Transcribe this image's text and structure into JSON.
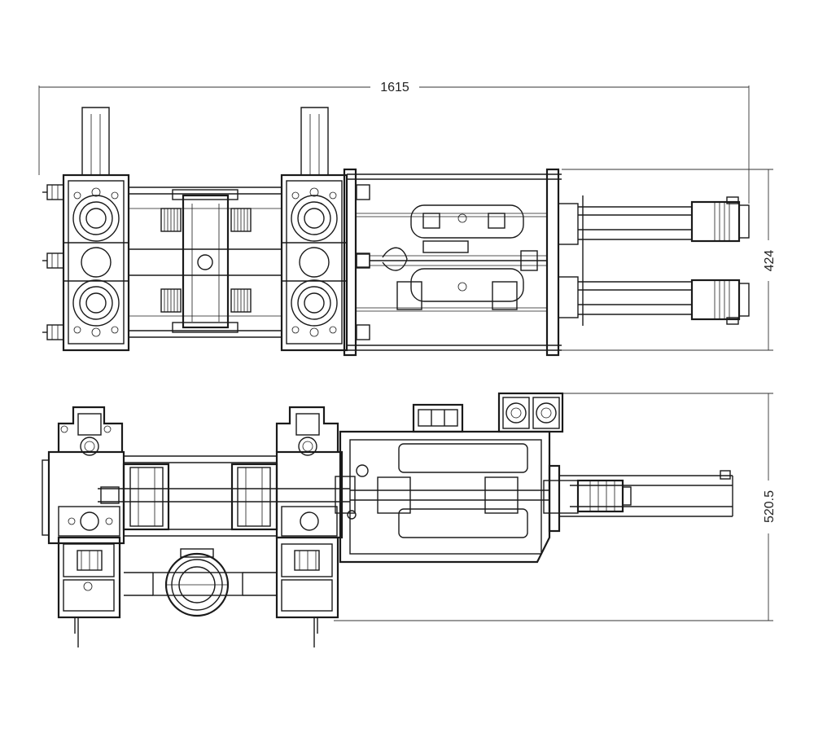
{
  "dimensions": {
    "overall_length": "1615",
    "top_view_height": "424",
    "side_view_height": "520.5"
  },
  "colors": {
    "line": "#1a1a1a",
    "background": "#ffffff"
  }
}
